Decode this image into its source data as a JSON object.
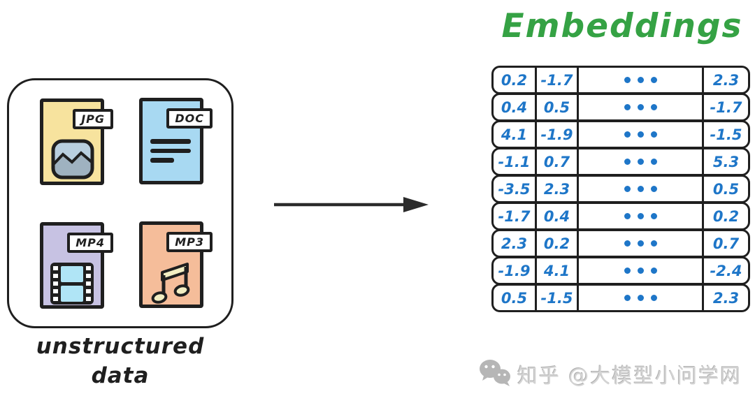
{
  "title": {
    "text": "Embeddings",
    "color": "#35a244"
  },
  "source_box": {
    "caption_line1": "unstructured",
    "caption_line2": "data",
    "files": [
      {
        "tag": "JPG",
        "body_color": "#f7e39e",
        "icon": "image-icon"
      },
      {
        "tag": "DOC",
        "body_color": "#a8d9f2",
        "icon": "document-lines-icon"
      },
      {
        "tag": "MP4",
        "body_color": "#c7c2e3",
        "icon": "film-strip-icon"
      },
      {
        "tag": "MP3",
        "body_color": "#f5bd9a",
        "icon": "music-note-icon"
      }
    ]
  },
  "arrow": {
    "direction": "right",
    "color": "#2b2b2b"
  },
  "embeddings_table": {
    "text_color": "#1e76c8",
    "columns": [
      "value",
      "value",
      "ellipsis",
      "value"
    ],
    "rows": [
      [
        "0.2",
        "-1.7",
        "2.3"
      ],
      [
        "0.4",
        "0.5",
        "-1.7"
      ],
      [
        "4.1",
        "-1.9",
        "-1.5"
      ],
      [
        "-1.1",
        "0.7",
        "5.3"
      ],
      [
        "-3.5",
        "2.3",
        "0.5"
      ],
      [
        "-1.7",
        "0.4",
        "0.2"
      ],
      [
        "2.3",
        "0.2",
        "0.7"
      ],
      [
        "-1.9",
        "4.1",
        "-2.4"
      ],
      [
        "0.5",
        "-1.5",
        "2.3"
      ]
    ]
  },
  "watermark": {
    "icon": "wechat-icon",
    "text": "知乎 @大模型小问学网"
  }
}
